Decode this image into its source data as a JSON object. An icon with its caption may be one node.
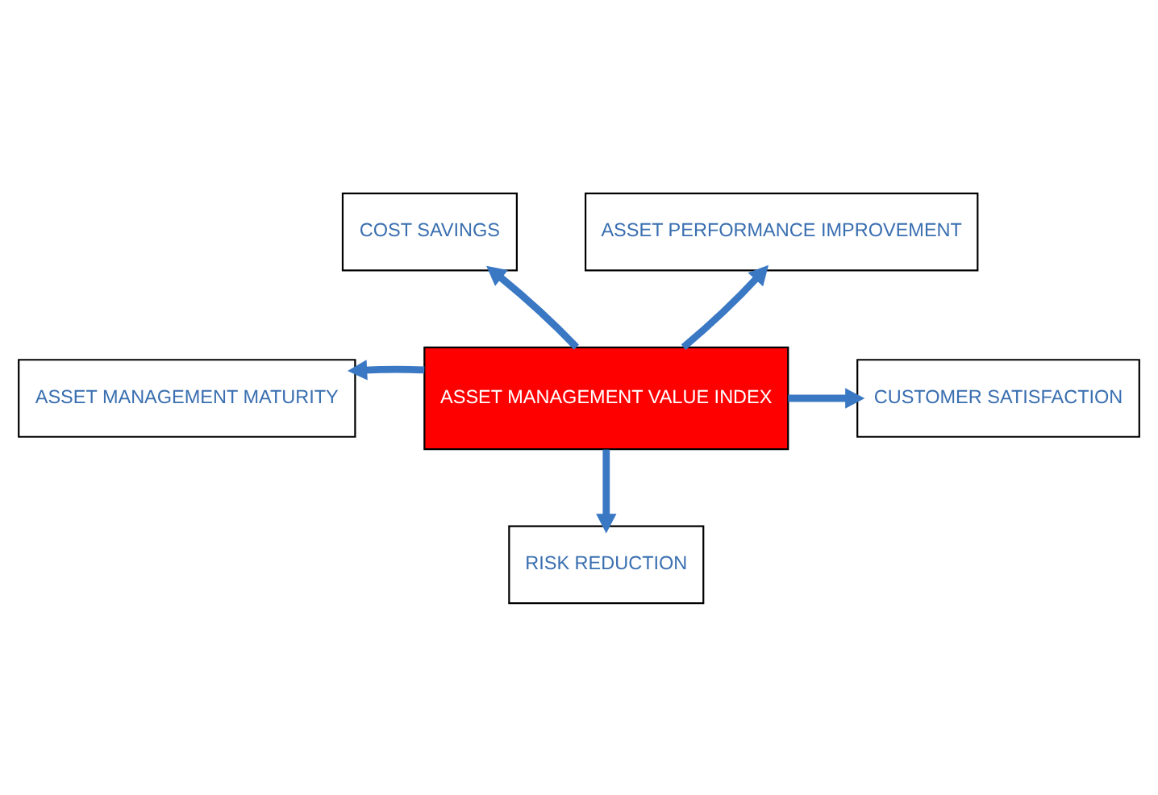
{
  "diagram": {
    "nodes": [
      {
        "text": [
          "COST SAVINGS"
        ]
      },
      {
        "text": [
          "ASSET PERFORMANCE IMPROVEMENT"
        ]
      },
      {
        "text": [
          "ASSET MANAGEMENT VALUE INDEX"
        ]
      },
      {
        "text": [
          "ASSET MANAGEMENT MATURITY"
        ]
      },
      {
        "text": [
          "CUSTOMER SATISFACTION"
        ]
      },
      {
        "text": [
          "RISK REDUCTION"
        ]
      }
    ],
    "edges": [
      {
        "from": 2,
        "to": 0,
        "arrow": "to"
      },
      {
        "from": 2,
        "to": 1,
        "arrow": "to"
      },
      {
        "from": 2,
        "to": 3,
        "arrow": "to"
      },
      {
        "from": 2,
        "to": 4,
        "arrow": "to"
      },
      {
        "from": 2,
        "to": 5,
        "arrow": "to"
      }
    ]
  }
}
